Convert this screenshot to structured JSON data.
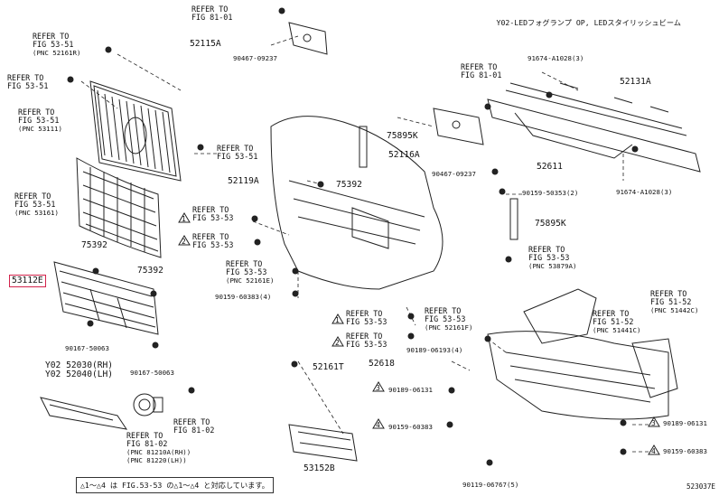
{
  "header_note": "Y02-LEDフォグランプ OP, LEDスタイリッシュビーム",
  "figure_code": "523037E",
  "footnote": "△1～△4 は FIG.53-53 の△1～△4 と対応しています。",
  "highlighted_part": "53112E",
  "part_numbers": {
    "p52115A": "52115A",
    "p90467_top": "90467-09237",
    "p52131A": "52131A",
    "p91674_top": "91674-A1028(3)",
    "p91674_bottom": "91674-A1028(3)",
    "p52611": "52611",
    "p75895K_top": "75895K",
    "p52116A": "52116A",
    "p90467_mid": "90467-09237",
    "p52119A": "52119A",
    "p75392_mid": "75392",
    "p90159_53": "90159-50353(2)",
    "p75895K_bot": "75895K",
    "p75392_left": "75392",
    "p75392_right": "75392",
    "p90159_60383_left": "90159-60383(4)",
    "p90167_a": "90167-50063",
    "p90167_b": "90167-50063",
    "p52030": "Y02 52030(RH)",
    "p52040": "Y02 52040(LH)",
    "p52161T": "52161T",
    "p52618": "52618",
    "p90189_06193": "90189-06193(4)",
    "p90189_06131_mid": "90189-06131",
    "p90159_60383_mid": "90159-60383",
    "p53152B": "53152B",
    "p90119_06767": "90119-06767(5)",
    "p90189_06131_right": "90189-06131",
    "p90159_60383_right": "90159-60383"
  },
  "refs": {
    "r81_01_top": [
      "REFER TO",
      "FIG 81-01"
    ],
    "r53_51_a": [
      "REFER TO",
      "FIG 53-51",
      "(PNC 52161R)"
    ],
    "r53_51_b": [
      "REFER TO",
      "FIG 53-51"
    ],
    "r53_51_c": [
      "REFER TO",
      "FIG 53-51",
      "(PNC 53111)"
    ],
    "r53_51_d": [
      "REFER TO",
      "FIG 53-51"
    ],
    "r53_51_e": [
      "REFER TO",
      "FIG 53-51",
      "(PNC 53161)"
    ],
    "r81_01_mid": [
      "REFER TO",
      "FIG 81-01"
    ],
    "r53_53_a": [
      "REFER TO",
      "FIG 53-53"
    ],
    "r53_53_b": [
      "REFER TO",
      "FIG 53-53"
    ],
    "r53_53_c": [
      "REFER TO",
      "FIG 53-53",
      "(PNC 52161E)"
    ],
    "r53_53_d": [
      "REFER TO",
      "FIG 53-53",
      "(PNC 53879A)"
    ],
    "r53_53_e": [
      "REFER TO",
      "FIG 53-53"
    ],
    "r53_53_f": [
      "REFER TO",
      "FIG 53-53",
      "(PNC 52161F)"
    ],
    "r53_53_g": [
      "REFER TO",
      "FIG 53-53"
    ],
    "r51_52_a": [
      "REFER TO",
      "FIG 51-52",
      "(PNC 51441C)"
    ],
    "r51_52_b": [
      "REFER TO",
      "FIG 51-52",
      "(PNC 51442C)"
    ],
    "r81_02_a": [
      "REFER TO",
      "FIG 81-02",
      "(PNC 81210A(RH))",
      "(PNC 81220(LH))"
    ],
    "r81_02_b": [
      "REFER TO",
      "FIG 81-02"
    ]
  },
  "triangle_marks": [
    "1",
    "2",
    "1",
    "2",
    "3",
    "4",
    "3",
    "4"
  ]
}
